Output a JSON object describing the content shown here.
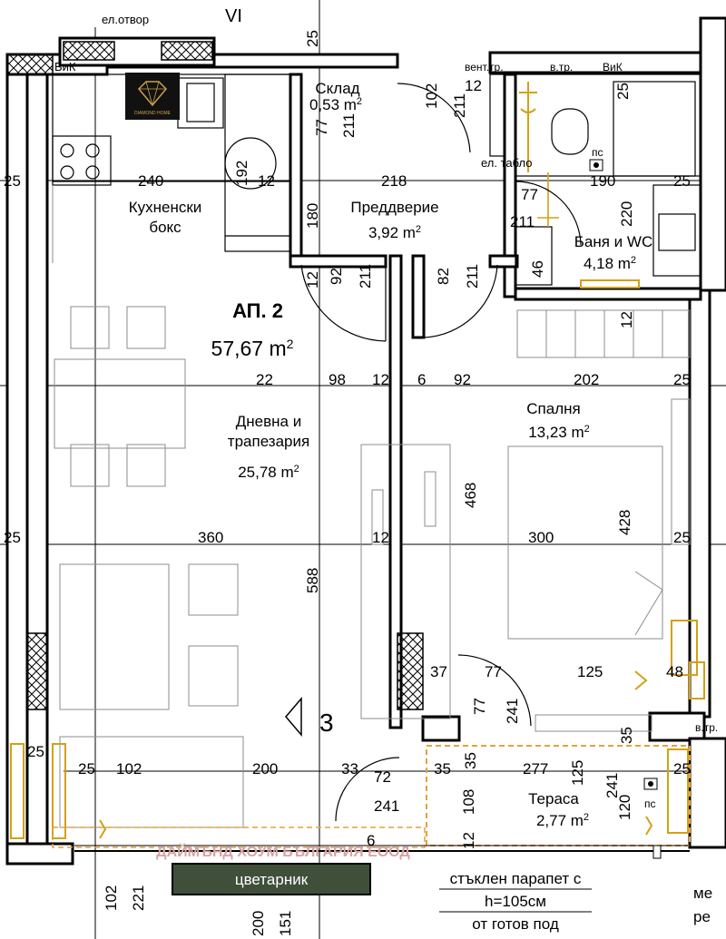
{
  "apartment": {
    "title": "АП. 2",
    "area": "57,67 m",
    "area_sup": "2"
  },
  "rooms": {
    "kitchen": {
      "line1": "Кухненски",
      "line2": "бокс"
    },
    "storage": {
      "name": "Склад",
      "area": "0,53 m",
      "sup": "2"
    },
    "hall": {
      "name": "Преддверие",
      "area": "3,92 m",
      "sup": "2"
    },
    "bath": {
      "name": "Баня и WC",
      "area": "4,18 m",
      "sup": "2"
    },
    "living": {
      "line1": "Дневна и",
      "line2": "трапезария",
      "area": "25,78 m",
      "sup": "2"
    },
    "bedroom": {
      "name": "Спалня",
      "area": "13,23 m",
      "sup": "2"
    },
    "terrace": {
      "name": "Тераса",
      "area": "2,77 m",
      "sup": "2"
    }
  },
  "labels": {
    "vent_opening": "ел.отвор",
    "vik_left": "ВиК",
    "vent_pipe": "вент.тр.",
    "w_pipe": "в.тр.",
    "vik_right": "ВиК",
    "el_panel": "ел. табло",
    "ps1": "пс",
    "ps2": "пс",
    "w_pipe2": "в.тр.",
    "axis_top": "VI",
    "axis_side": "3",
    "planter": "цветарник",
    "glass_1": "стъклен парапет с",
    "glass_2": "h=105см",
    "glass_3": "от  готов под",
    "cut_1": "ме",
    "cut_2": "ре",
    "watermark": "ДАЙМЪНД ХОУМ БЪЛГАРИЯ ЕООД"
  },
  "dimensions": [
    "25",
    "102",
    "211",
    "12",
    "25",
    "25",
    "240",
    "12",
    "218",
    "190",
    "25",
    "192",
    "180",
    "220",
    "77",
    "211",
    "46",
    "12",
    "92",
    "211",
    "82",
    "211",
    "12",
    "22",
    "98",
    "12",
    "6",
    "92",
    "202",
    "25",
    "468",
    "428",
    "25",
    "360",
    "12",
    "300",
    "25",
    "588",
    "37",
    "77",
    "125",
    "48",
    "77",
    "241",
    "35",
    "25",
    "25",
    "102",
    "200",
    "33",
    "72",
    "35",
    "35",
    "277",
    "125",
    "241",
    "25",
    "108",
    "120",
    "241",
    "12",
    "6",
    "102",
    "221",
    "200",
    "151",
    "77",
    "211"
  ],
  "colors": {
    "wall": "#000000",
    "plumbing": "#d4a017",
    "terrace_outline": "#e3a23c",
    "watermark": "#d7a3a3",
    "planter": "#3f4f3a",
    "logo_bg": "#111111",
    "logo_gold": "#c9a14a"
  },
  "logo": {
    "icon": "diamond-logo-icon",
    "text": "DIAMOND HOME"
  }
}
